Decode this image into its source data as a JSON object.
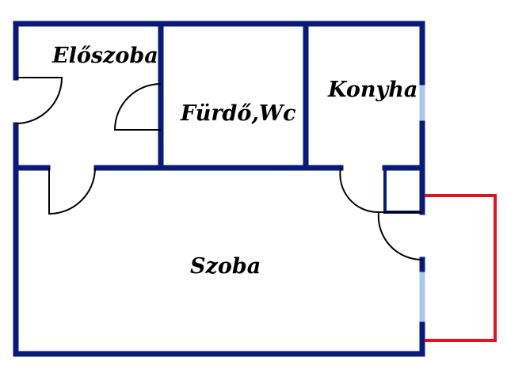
{
  "rooms": {
    "eloszoba": "Előszoba",
    "furdo": "Fürdő,Wc",
    "konyha": "Konyha",
    "szoba": "Szoba"
  },
  "colors": {
    "wall": "#0a1a78",
    "window": "#a9c8ec",
    "balcony": "#e0141e",
    "door": "#000000"
  }
}
